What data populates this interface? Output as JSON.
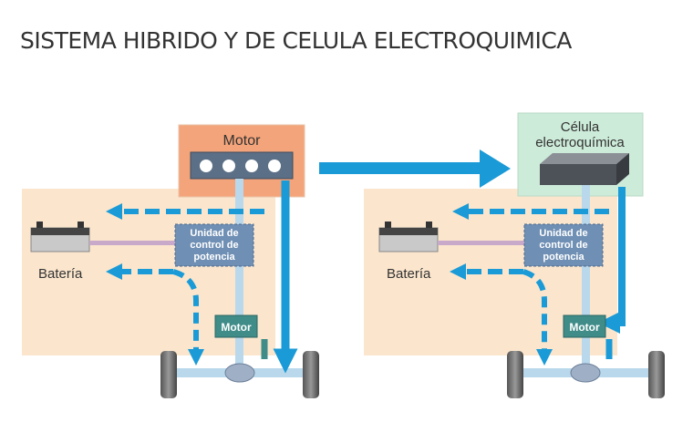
{
  "title": "SISTEMA HIBRIDO Y DE CELULA ELECTROQUIMICA",
  "left_system": {
    "engine_label": "Motor",
    "control_unit_label": [
      "Unidad de",
      "control de",
      "potencia"
    ],
    "battery_label": "Batería",
    "motor_label": "Motor"
  },
  "right_system": {
    "fuel_cell_label": [
      "Célula",
      "electroquímica"
    ],
    "control_unit_label": [
      "Unidad de",
      "control de",
      "potencia"
    ],
    "battery_label": "Batería",
    "motor_label": "Motor"
  },
  "colors": {
    "panel_bg": "#fbe6cd",
    "engine_bg": "#f4a47a",
    "fuel_cell_bg": "#cdebd9",
    "arrow_blue": "#1a9ad6",
    "control_unit": "#6f8fb4",
    "motor": "#3f8c88",
    "shaft": "#b9d8ec"
  },
  "icons": [
    "battery-icon",
    "wheel-icon",
    "differential-icon",
    "fuel-cell-icon",
    "engine-cylinders-icon"
  ]
}
